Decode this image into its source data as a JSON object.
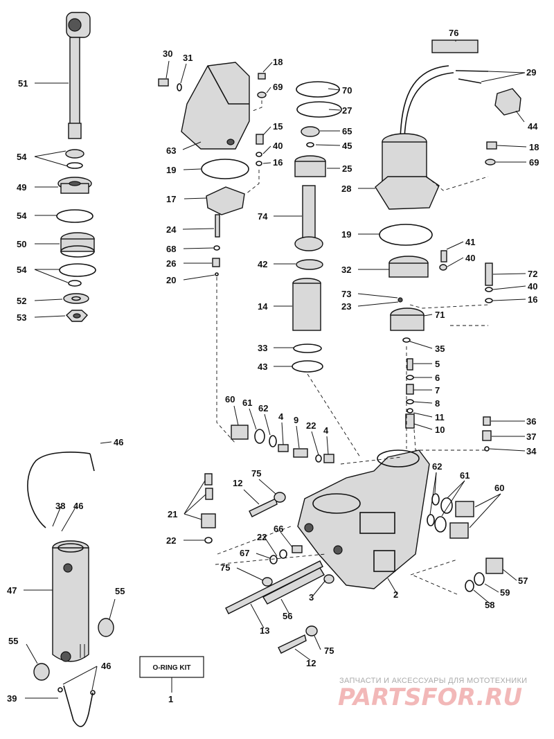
{
  "diagram": {
    "callouts": {
      "n1": "1",
      "n2": "2",
      "n3": "3",
      "n4a": "4",
      "n4b": "4",
      "n5": "5",
      "n6": "6",
      "n7": "7",
      "n8": "8",
      "n9": "9",
      "n10": "10",
      "n11": "11",
      "n12a": "12",
      "n12b": "12",
      "n13": "13",
      "n14": "14",
      "n15": "15",
      "n16a": "16",
      "n16b": "16",
      "n17": "17",
      "n18a": "18",
      "n18b": "18",
      "n19a": "19",
      "n19b": "19",
      "n20": "20",
      "n21": "21",
      "n22a": "22",
      "n22b": "22",
      "n22c": "22",
      "n23": "23",
      "n24": "24",
      "n25": "25",
      "n26": "26",
      "n27": "27",
      "n28": "28",
      "n29": "29",
      "n30": "30",
      "n31": "31",
      "n32": "32",
      "n33": "33",
      "n34": "34",
      "n35": "35",
      "n36": "36",
      "n37": "37",
      "n38": "38",
      "n39": "39",
      "n40a": "40",
      "n40b": "40",
      "n40c": "40",
      "n41": "41",
      "n42": "42",
      "n43": "43",
      "n44": "44",
      "n45": "45",
      "n46a": "46",
      "n46b": "46",
      "n46c": "46",
      "n47": "47",
      "n49": "49",
      "n50": "50",
      "n51": "51",
      "n52": "52",
      "n53": "53",
      "n54a": "54",
      "n54b": "54",
      "n54c": "54",
      "n55a": "55",
      "n55b": "55",
      "n56": "56",
      "n57": "57",
      "n58": "58",
      "n59": "59",
      "n60a": "60",
      "n60b": "60",
      "n61a": "61",
      "n61b": "61",
      "n62a": "62",
      "n62b": "62",
      "n63": "63",
      "n65": "65",
      "n66": "66",
      "n67": "67",
      "n68": "68",
      "n69a": "69",
      "n69b": "69",
      "n70": "70",
      "n71": "71",
      "n72": "72",
      "n73": "73",
      "n74": "74",
      "n75a": "75",
      "n75b": "75",
      "n75c": "75",
      "n76": "76"
    },
    "kit_box_label": "O-RING KIT"
  },
  "watermark": {
    "caption": "ЗАПЧАСТИ И АКСЕССУАРЫ ДЛЯ МОТОТЕХНИКИ",
    "brand": "PARTSFOR.RU"
  }
}
